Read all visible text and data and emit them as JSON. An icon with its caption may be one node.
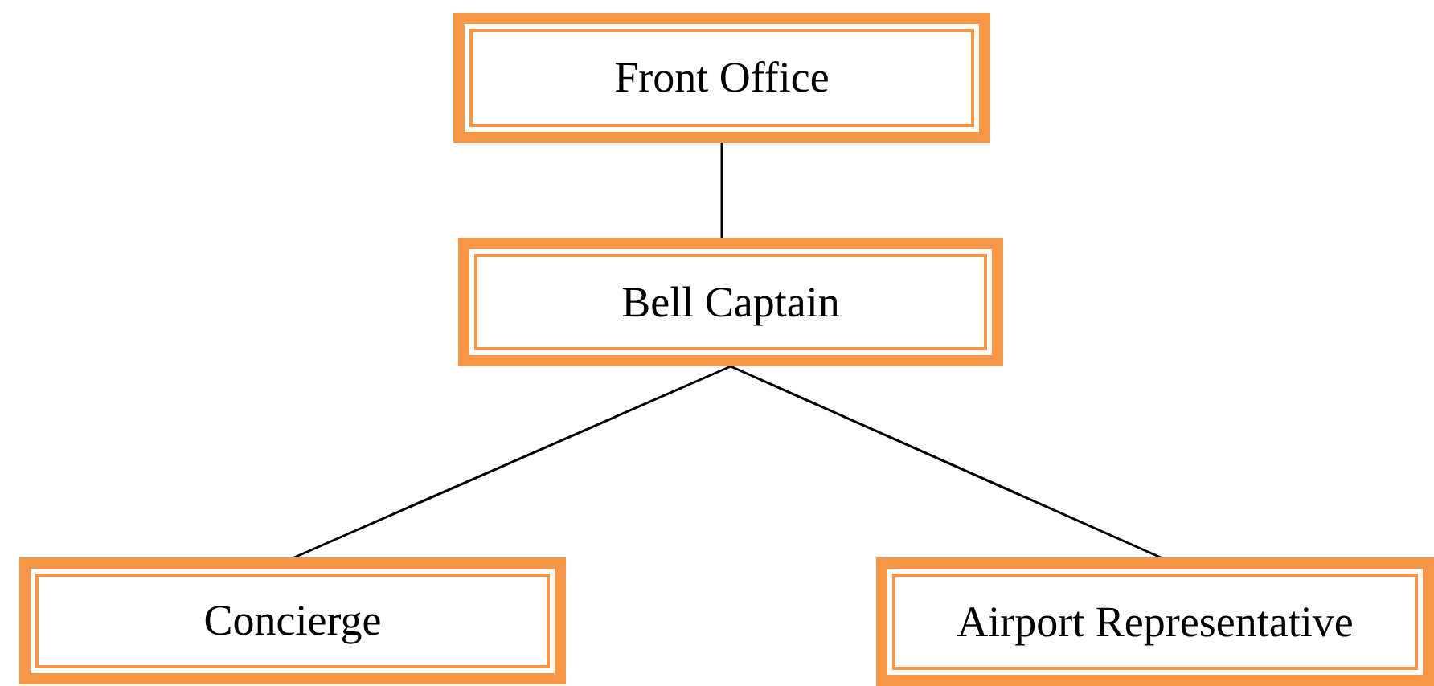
{
  "diagram": {
    "nodes": [
      {
        "text": [
          "Front Office"
        ]
      },
      {
        "text": [
          "Bell Captain"
        ]
      },
      {
        "text": [
          "Concierge"
        ]
      },
      {
        "text": [
          "Airport Representative"
        ]
      }
    ],
    "edges": [
      {
        "from": 0,
        "to": 1,
        "arrow": "none"
      },
      {
        "from": 1,
        "to": 2,
        "arrow": "none"
      },
      {
        "from": 1,
        "to": 3,
        "arrow": "none"
      }
    ]
  }
}
